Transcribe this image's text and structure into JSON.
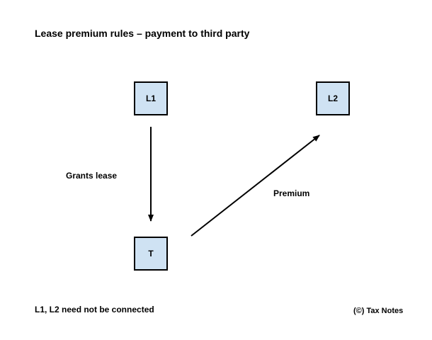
{
  "title": "Lease premium rules – payment to third party",
  "nodes": {
    "l1": "L1",
    "l2": "L2",
    "t": "T"
  },
  "edges": {
    "grants_lease": "Grants lease",
    "premium": "Premium"
  },
  "footnote": "L1, L2 need not be connected",
  "copyright": "(©) Tax Notes",
  "colors": {
    "node_fill": "#cfe2f3",
    "stroke": "#000000"
  }
}
